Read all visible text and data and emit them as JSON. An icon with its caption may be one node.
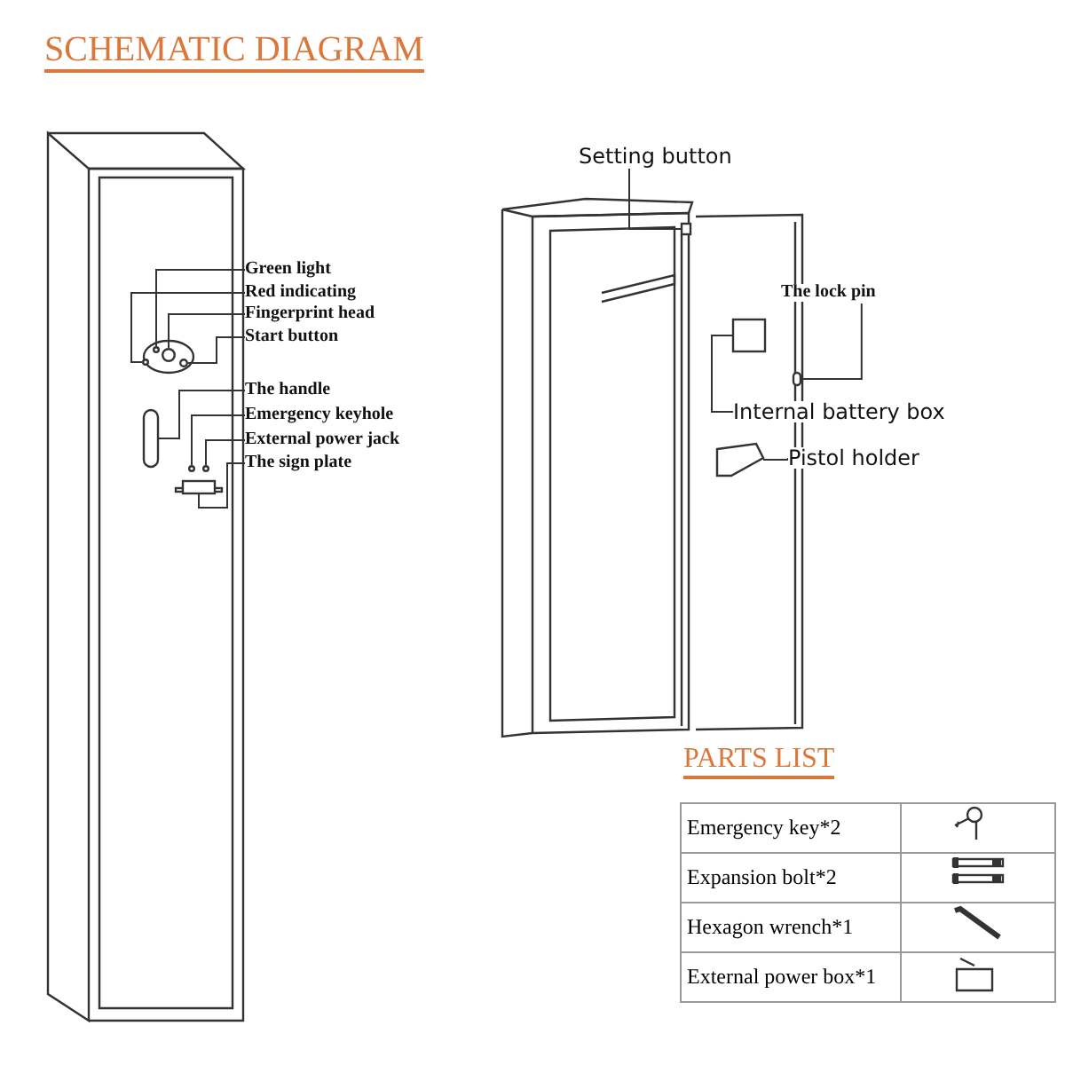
{
  "diagram": {
    "title": "SCHEMATIC DIAGRAM",
    "nodes": [
      {
        "text": [
          "Green light"
        ]
      },
      {
        "text": [
          "Red indicating"
        ]
      },
      {
        "text": [
          "Fingerprint head"
        ]
      },
      {
        "text": [
          "Start button"
        ]
      },
      {
        "text": [
          "The handle"
        ]
      },
      {
        "text": [
          "Emergency keyhole"
        ]
      },
      {
        "text": [
          "External power jack"
        ]
      },
      {
        "text": [
          "The sign plate"
        ]
      },
      {
        "text": [
          "Setting button"
        ]
      },
      {
        "text": [
          "The lock pin"
        ]
      },
      {
        "text": [
          "Internal battery box"
        ]
      },
      {
        "text": [
          "Pistol holder"
        ]
      },
      {
        "text": [],
        "shape": "circle"
      },
      {
        "text": [],
        "shape": "circle"
      },
      {
        "text": [],
        "shape": "circle"
      },
      {
        "text": [],
        "shape": "circle"
      },
      {
        "text": [],
        "shape": "bar"
      },
      {
        "text": [],
        "shape": "circle"
      },
      {
        "text": [],
        "shape": "circle"
      },
      {
        "text": [],
        "shape": "box"
      },
      {
        "text": [],
        "shape": "box"
      },
      {
        "text": [],
        "shape": "bar"
      },
      {
        "text": [],
        "shape": "box"
      },
      {
        "text": [],
        "shape": "box"
      }
    ],
    "edges": [
      {
        "from": 0,
        "to": 12,
        "arrow": "none"
      },
      {
        "from": 1,
        "to": 13,
        "arrow": "none"
      },
      {
        "from": 2,
        "to": 14,
        "arrow": "none"
      },
      {
        "from": 3,
        "to": 15,
        "arrow": "none"
      },
      {
        "from": 4,
        "to": 16,
        "arrow": "none"
      },
      {
        "from": 5,
        "to": 17,
        "arrow": "none"
      },
      {
        "from": 6,
        "to": 18,
        "arrow": "none"
      },
      {
        "from": 7,
        "to": 19,
        "arrow": "none"
      },
      {
        "from": 8,
        "to": 20,
        "arrow": "none"
      },
      {
        "from": 9,
        "to": 21,
        "arrow": "none"
      },
      {
        "from": 10,
        "to": 22,
        "arrow": "none"
      },
      {
        "from": 11,
        "to": 23,
        "arrow": "none"
      }
    ],
    "labels": [
      "PARTS LIST",
      "Emergency key*2",
      "Expansion bolt*2",
      "Hexagon wrench*1",
      "External power box*1"
    ]
  }
}
